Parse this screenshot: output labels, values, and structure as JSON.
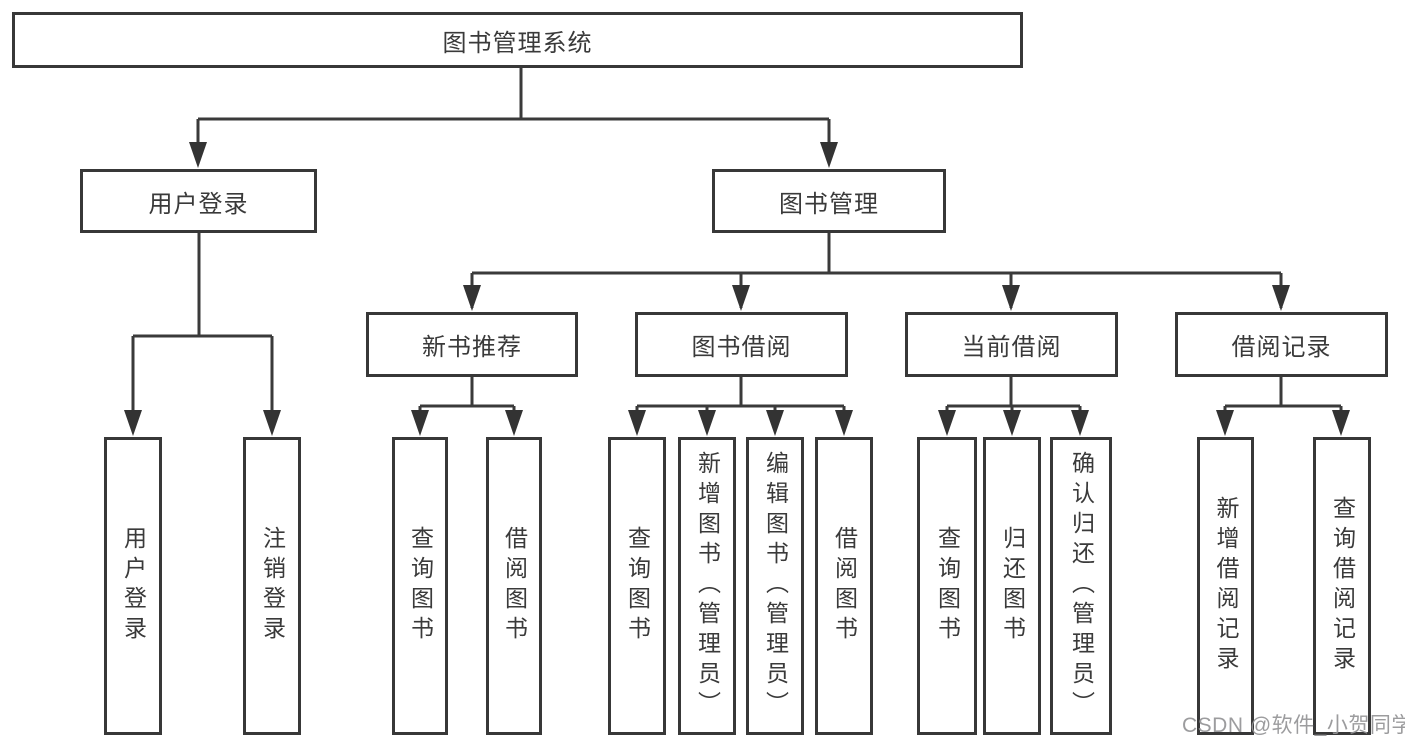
{
  "diagram": {
    "root": "图书管理系统",
    "level2": [
      {
        "label": "用户登录"
      },
      {
        "label": "图书管理"
      }
    ],
    "level3": [
      {
        "label": "新书推荐"
      },
      {
        "label": "图书借阅"
      },
      {
        "label": "当前借阅"
      },
      {
        "label": "借阅记录"
      }
    ],
    "leaves": {
      "userLogin": [
        "用户登录",
        "注销登录"
      ],
      "newBook": [
        "查询图书",
        "借阅图书"
      ],
      "bookBorrow": [
        "查询图书",
        "新增图书（管理员）",
        "编辑图书（管理员）",
        "借阅图书"
      ],
      "currentBorrow": [
        "查询图书",
        "归还图书",
        "确认归还（管理员）"
      ],
      "borrowRecords": [
        "新增借阅记录",
        "查询借阅记录"
      ]
    }
  },
  "watermark": "CSDN @软件_小贺同学",
  "colors": {
    "line": "#3a3a3a",
    "border": "#383838",
    "text": "#3a3a3a",
    "watermark": "#949496",
    "background": "#ffffff"
  }
}
